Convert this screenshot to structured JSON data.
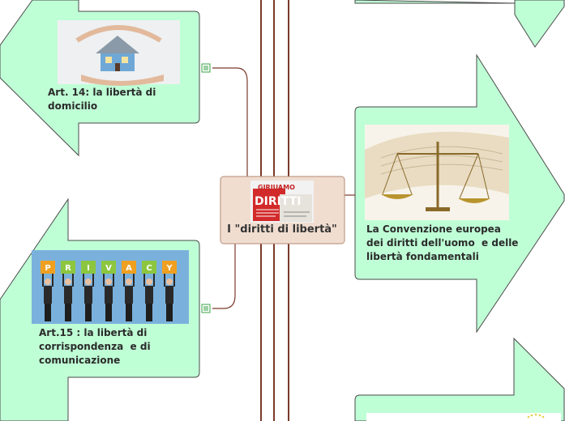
{
  "colors": {
    "arrow_fill": "#bfffd6",
    "arrow_stroke": "#4a4a4a",
    "center_fill": "#f0ddd0",
    "connector": "#7a3b2a",
    "expand_button": "#3aa64a"
  },
  "center": {
    "label": "I \"diritti di libertà\"",
    "image_text": "GIRIUAMO DIRITTI"
  },
  "nodes": {
    "domicilio": {
      "label_line1": "Art. 14: la libertà di",
      "label_line2": "domicilio",
      "image": "house-in-hands"
    },
    "corrispondenza": {
      "label_line1": "Art.15 : la libertà di",
      "label_line2": "corrispondenza  e di",
      "label_line3": "comunicazione",
      "image": "privacy-people",
      "privacy_letters": [
        "P",
        "R",
        "I",
        "V",
        "A",
        "C",
        "Y"
      ]
    },
    "convenzione": {
      "label_line1": "La Convenzione europea",
      "label_line2": "dei diritti dell'uomo  e delle",
      "label_line3": "libertà fondamentali",
      "image": "books-scales"
    }
  }
}
